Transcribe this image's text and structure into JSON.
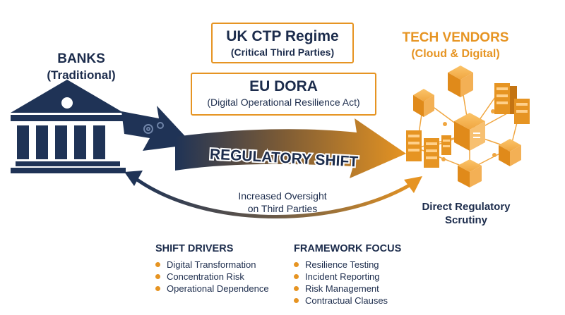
{
  "banks": {
    "title": "BANKS",
    "subtitle": "(Traditional)"
  },
  "vendors": {
    "title": "TECH VENDORS",
    "subtitle": "(Cloud & Digital)"
  },
  "regimes": {
    "uk": {
      "title": "UK CTP Regime",
      "subtitle": "(Critical Third Parties)"
    },
    "eu": {
      "title": "EU DORA",
      "subtitle": "(Digital Operational Resilience Act)"
    }
  },
  "shift_label": "REGULATORY SHIFT",
  "oversight_label": [
    "Increased Oversight",
    "on Third Parties"
  ],
  "direct_label": [
    "Direct Regulatory",
    "Scrutiny"
  ],
  "shift_drivers": {
    "heading": "SHIFT DRIVERS",
    "items": [
      "Digital Transformation",
      "Concentration Risk",
      "Operational Dependence"
    ]
  },
  "framework_focus": {
    "heading": "FRAMEWORK FOCUS",
    "items": [
      "Resilience Testing",
      "Incident Reporting",
      "Risk Management",
      "Contractual Clauses"
    ]
  },
  "colors": {
    "navy": "#1c2c4c",
    "orange": "#e69422"
  },
  "icons": [
    "bank-building-icon",
    "gears-icon",
    "cloud-server-network-icon"
  ]
}
